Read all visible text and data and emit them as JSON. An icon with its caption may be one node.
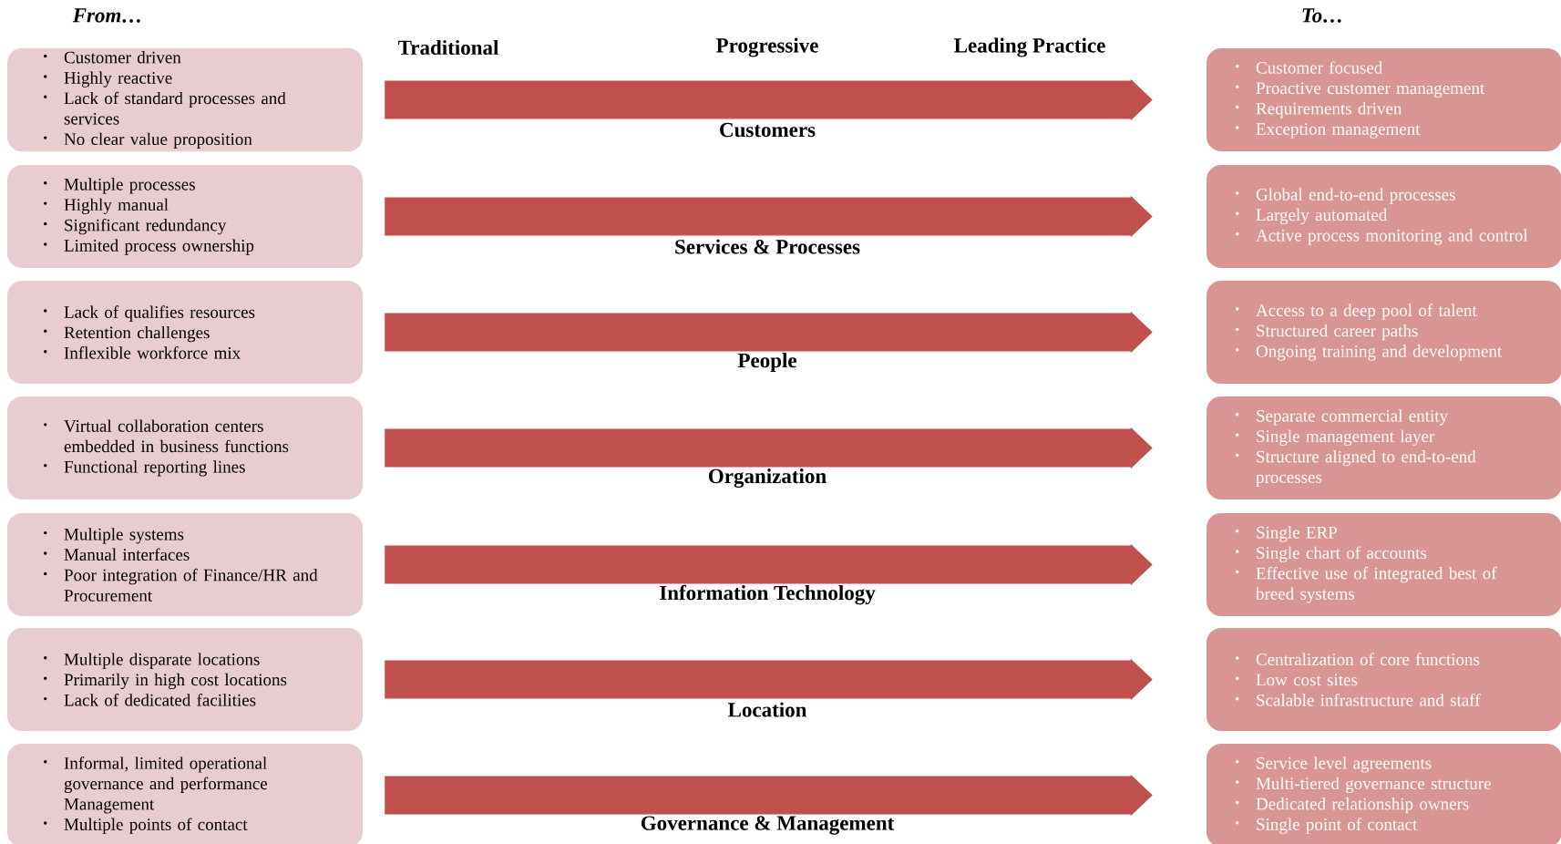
{
  "diagram": {
    "nodes": [
      {
        "text": [
          "Customer driven",
          "Highly reactive",
          "Lack of standard processes and services",
          "No clear value proposition"
        ]
      },
      {
        "text": [
          "Multiple processes",
          "Highly manual",
          "Significant redundancy",
          "Limited process ownership"
        ]
      },
      {
        "text": [
          "Lack of qualifies resources",
          "Retention challenges",
          "Inflexible workforce mix"
        ]
      },
      {
        "text": [
          "Virtual collaboration centers embedded in business functions",
          "Functional reporting lines"
        ]
      },
      {
        "text": [
          "Multiple systems",
          "Manual interfaces",
          "Poor integration of Finance/HR and Procurement"
        ]
      },
      {
        "text": [
          "Multiple disparate locations",
          "Primarily in high cost locations",
          "Lack of dedicated facilities"
        ]
      },
      {
        "text": [
          "Informal, limited operational governance and performance Management",
          "Multiple points of contact"
        ]
      },
      {
        "text": [
          "Customer focused",
          "Proactive customer management",
          "Requirements driven",
          "Exception management"
        ]
      },
      {
        "text": [
          "Global end-to-end processes",
          "Largely automated",
          "Active process monitoring and control"
        ]
      },
      {
        "text": [
          "Access to a deep pool of talent",
          "Structured career paths",
          "Ongoing training and development"
        ]
      },
      {
        "text": [
          "Separate commercial entity",
          "Single management layer",
          "Structure aligned to end-to-end processes"
        ]
      },
      {
        "text": [
          "Single ERP",
          "Single chart of accounts",
          "Effective use of integrated best of breed systems"
        ]
      },
      {
        "text": [
          "Centralization of core functions",
          "Low cost sites",
          "Scalable infrastructure and staff"
        ]
      },
      {
        "text": [
          "Service level agreements",
          "Multi-tiered governance structure",
          "Dedicated relationship owners",
          "Single point of contact"
        ]
      }
    ],
    "edges": [
      {
        "from": 0,
        "to": 7,
        "arrow": "to",
        "label": "Customers"
      },
      {
        "from": 1,
        "to": 8,
        "arrow": "to",
        "label": "Services & Processes"
      },
      {
        "from": 2,
        "to": 9,
        "arrow": "to",
        "label": "People"
      },
      {
        "from": 3,
        "to": 10,
        "arrow": "to",
        "label": "Organization"
      },
      {
        "from": 4,
        "to": 11,
        "arrow": "to",
        "label": "Information Technology"
      },
      {
        "from": 5,
        "to": 12,
        "arrow": "to",
        "label": "Location"
      },
      {
        "from": 6,
        "to": 13,
        "arrow": "to",
        "label": "Governance & Management"
      }
    ],
    "labels": [
      "From…",
      "To…",
      "Traditional",
      "Progressive",
      "Leading Practice"
    ]
  }
}
